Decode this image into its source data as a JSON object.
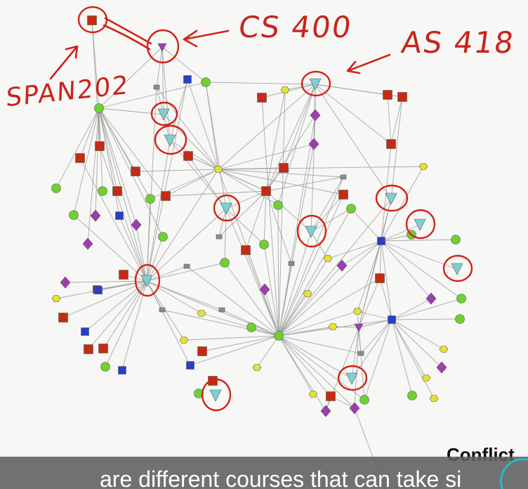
{
  "annotations": {
    "cs": "CS 400",
    "as": "AS 418",
    "span": "SPAN202"
  },
  "slide_heading": "Conflict",
  "subtitle": "are different courses that can take si",
  "colors": {
    "red": "#c42b12",
    "purple": "#a13bb5",
    "cyan": "#7ed0d0",
    "green": "#6fd12f",
    "yellow": "#e3e233",
    "blue": "#2a3fc5",
    "gray": "#8c8c8c",
    "ink": "#d1231a",
    "edge": "#9a9a9a"
  }
}
